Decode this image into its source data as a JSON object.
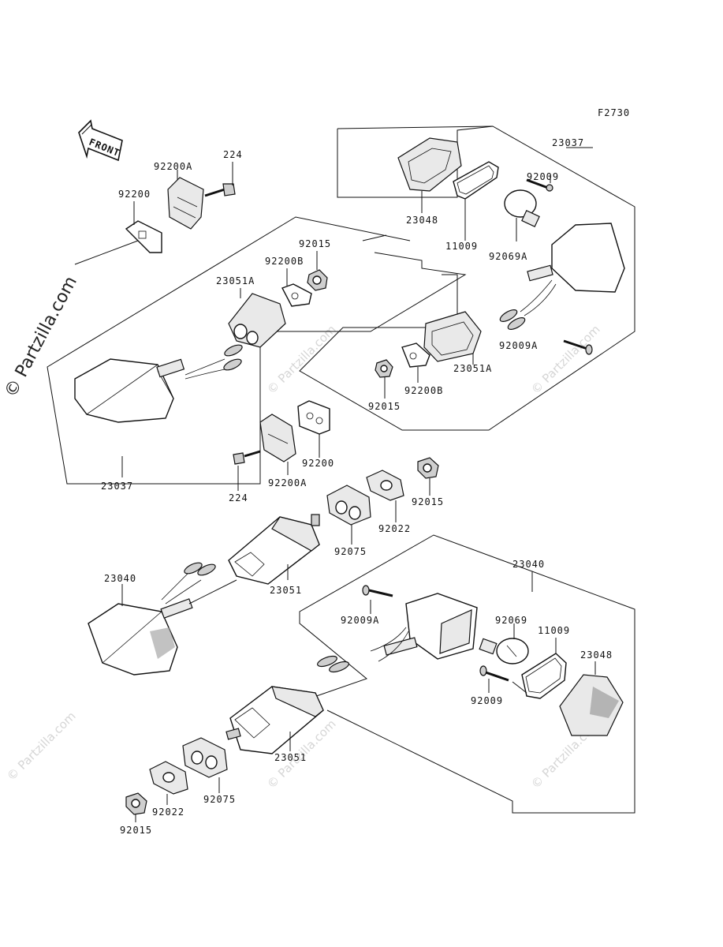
{
  "figure_code": "F2730",
  "front_label": "FRONT",
  "watermark_main": "© Partzilla.com",
  "watermark_faint": "© Partzilla.com",
  "parts": {
    "p23037_right": "23037",
    "p23048_right": "23048",
    "p11009_right": "11009",
    "p92009_right": "92009",
    "p92069A": "92069A",
    "p92009A_right": "92009A",
    "p23051A_right": "23051A",
    "p92200B_right": "92200B",
    "p92015_right": "92015",
    "p224_top": "224",
    "p92200A_top": "92200A",
    "p92200_top": "92200",
    "p92015_top": "92015",
    "p92200B_top": "92200B",
    "p23051A_left": "23051A",
    "p23037_left": "23037",
    "p92200_mid": "92200",
    "p92200A_mid": "92200A",
    "p224_mid": "224",
    "p92015_mid": "92015",
    "p92022_mid": "92022",
    "p92075_mid": "92075",
    "p23051_mid": "23051",
    "p23040_left": "23040",
    "p23040_right": "23040",
    "p92009A_low": "92009A",
    "p92069": "92069",
    "p11009_low": "11009",
    "p23048_low": "23048",
    "p92009_low": "92009",
    "p23051_low": "23051",
    "p92075_low": "92075",
    "p92022_low": "92022",
    "p92015_low": "92015"
  }
}
